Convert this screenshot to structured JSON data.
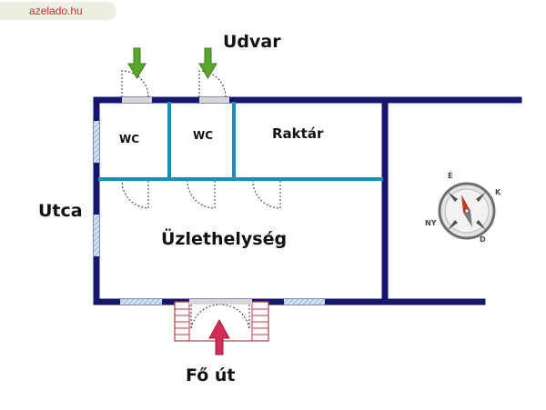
{
  "watermark": "azelado.hu",
  "labels": {
    "udvar": "Udvar",
    "utca": "Utca",
    "fo_ut": "Fő út",
    "wc1": "WC",
    "wc2": "WC",
    "raktar": "Raktár",
    "uzlethelyseg": "Üzlethelység"
  },
  "compass": {
    "north": "É",
    "east": "K",
    "south": "D",
    "west": "NY"
  },
  "colors": {
    "outer_wall": "#16166b",
    "inner_wall": "#1b8fb8",
    "window": "#a8cbe3",
    "entry_arrow": "#d12d55",
    "courtyard_arrow": "#5aa62a",
    "stairs": "#c0394a"
  }
}
